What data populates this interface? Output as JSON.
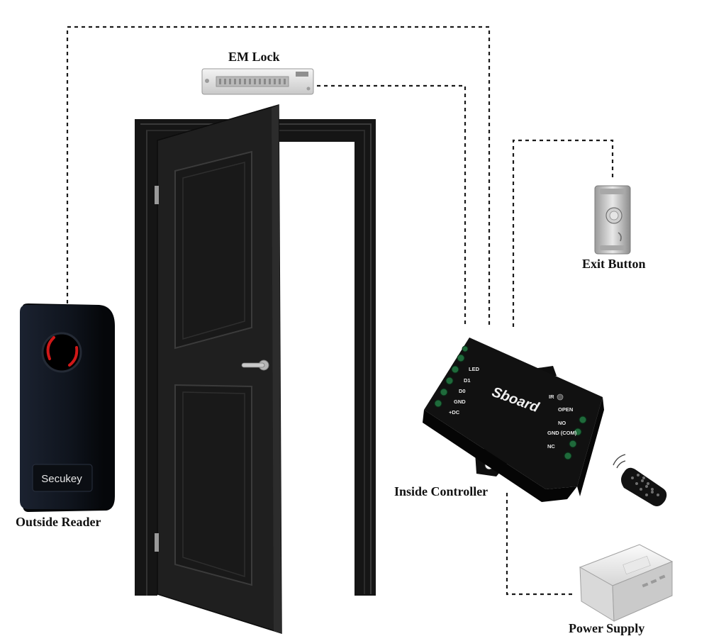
{
  "labels": {
    "em_lock": "EM Lock",
    "exit_button": "Exit Button",
    "outside_reader": "Outside Reader",
    "inside_controller": "Inside Controller",
    "power_supply": "Power Supply"
  },
  "reader": {
    "brand": "Secukey"
  },
  "controller": {
    "brand": "Sboard",
    "left_terminals": [
      "LED",
      "D1",
      "D0",
      "GND",
      "+DC"
    ],
    "right_terminals": [
      "OPEN",
      "NO",
      "GND (COM)",
      "NC"
    ],
    "ir_label": "IR"
  },
  "colors": {
    "device_black": "#111111",
    "door": "#1c1c1c",
    "wire": "#1a1a1a",
    "reader_led": "#d01818",
    "metal": "#c8c8c8"
  }
}
